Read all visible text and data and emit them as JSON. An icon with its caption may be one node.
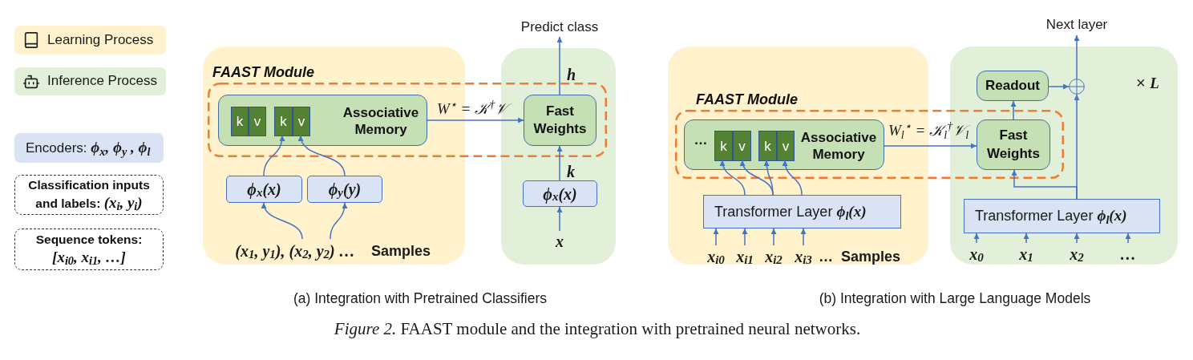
{
  "diagram": {
    "caption": "*Figure 2.* FAAST module and the integration with pretrained neural networks.",
    "nodes": [
      {
        "text": [],
        "shape": "box"
      },
      {
        "text": [],
        "shape": "box"
      },
      {
        "text": [
          "Associative Memory"
        ],
        "in": 0
      },
      {
        "text": [
          "k"
        ],
        "in": 2
      },
      {
        "text": [
          "v"
        ],
        "in": 2
      },
      {
        "text": [
          "k"
        ],
        "in": 2
      },
      {
        "text": [
          "v"
        ],
        "in": 2
      },
      {
        "text": [
          "Fast Weights"
        ],
        "in": 1
      },
      {
        "text": [
          "ϕ$_{x}$(x)"
        ],
        "in": 0
      },
      {
        "text": [
          "ϕ$_{y}$(y)"
        ],
        "in": 0
      },
      {
        "text": [
          "(x$_{1}$, y$_{1}$), (x$_{2}$, y$_{2}$) …"
        ],
        "in": 0,
        "beside": [
          "Samples"
        ]
      },
      {
        "text": [
          "ϕ$_{x}$(x)"
        ],
        "in": 1
      },
      {
        "text": [
          "x"
        ],
        "in": 1
      },
      {
        "text": [
          "Predict class"
        ]
      },
      {
        "text": [],
        "shape": "box"
      },
      {
        "text": [
          "× *L*"
        ]
      },
      {
        "text": [
          "…",
          "Associative Memory"
        ],
        "in": 14
      },
      {
        "text": [
          "k"
        ],
        "in": 16
      },
      {
        "text": [
          "v"
        ],
        "in": 16
      },
      {
        "text": [
          "k"
        ],
        "in": 16
      },
      {
        "text": [
          "v"
        ],
        "in": 16
      },
      {
        "text": [
          "Fast Weights"
        ],
        "in": 15
      },
      {
        "text": [
          "Readout"
        ],
        "in": 15
      },
      {
        "text": [],
        "shape": "circle",
        "in": 15
      },
      {
        "text": [
          "Transformer Layer *ϕ$_{l}$(x)*"
        ],
        "in": 14
      },
      {
        "text": [
          "x$_{i0}$"
        ],
        "in": 14
      },
      {
        "text": [
          "x$_{i1}$"
        ],
        "in": 14
      },
      {
        "text": [
          "x$_{i2}$"
        ],
        "in": 14
      },
      {
        "text": [
          "x$_{i3}$"
        ],
        "in": 14,
        "beside": [
          "…",
          "Samples"
        ]
      },
      {
        "text": [
          "Transformer Layer *ϕ$_{l}$(x)*"
        ],
        "in": 15
      },
      {
        "text": [
          "x$_{0}$"
        ],
        "in": 15
      },
      {
        "text": [
          "x$_{1}$"
        ],
        "in": 15
      },
      {
        "text": [
          "x$_{2}$"
        ],
        "in": 15
      },
      {
        "text": [
          "…"
        ],
        "in": 15
      },
      {
        "text": [
          "Next layer"
        ]
      }
    ],
    "edges": [
      {
        "from": 10,
        "to": 8,
        "arrow": "to"
      },
      {
        "from": 10,
        "to": 9,
        "arrow": "to"
      },
      {
        "from": 8,
        "to": 5,
        "arrow": "to"
      },
      {
        "from": 9,
        "to": 6,
        "arrow": "to"
      },
      {
        "from": 2,
        "to": 7,
        "arrow": "to",
        "label": "W$^{⋆}$ = 𝒦$^{†}$𝒱"
      },
      {
        "from": 12,
        "to": 11,
        "arrow": "to"
      },
      {
        "from": 11,
        "to": 7,
        "arrow": "to",
        "label": "k"
      },
      {
        "from": 7,
        "to": 13,
        "arrow": "to",
        "label": "h"
      },
      {
        "from": 25,
        "to": 24,
        "arrow": "to"
      },
      {
        "from": 26,
        "to": 24,
        "arrow": "to"
      },
      {
        "from": 27,
        "to": 24,
        "arrow": "to"
      },
      {
        "from": 28,
        "to": 24,
        "arrow": "to"
      },
      {
        "from": 24,
        "to": 17,
        "arrow": "to"
      },
      {
        "from": 24,
        "to": 18,
        "arrow": "to"
      },
      {
        "from": 24,
        "to": 19,
        "arrow": "to"
      },
      {
        "from": 24,
        "to": 20,
        "arrow": "to"
      },
      {
        "from": 16,
        "to": 21,
        "arrow": "to",
        "label": "W$_{l}$$^{⋆}$ = 𝒦$_{l}$$^{†}$𝒱$_{l}$"
      },
      {
        "from": 21,
        "to": 22,
        "arrow": "to"
      },
      {
        "from": 22,
        "to": 23,
        "arrow": "to"
      },
      {
        "from": 29,
        "to": 21,
        "arrow": "to"
      },
      {
        "from": 29,
        "to": 23,
        "arrow": "to"
      },
      {
        "from": 23,
        "to": 34,
        "arrow": "to"
      },
      {
        "from": 30,
        "to": 29,
        "arrow": "to"
      },
      {
        "from": 31,
        "to": 29,
        "arrow": "to"
      },
      {
        "from": 32,
        "to": 29,
        "arrow": "to"
      },
      {
        "from": 33,
        "to": 29,
        "arrow": "to"
      }
    ],
    "labels": [
      "FAAST Module",
      "FAAST Module",
      "(a) Integration with Pretrained Classifiers",
      "(b) Integration with Large Language Models"
    ],
    "legend": [
      {
        "text": "Learning Process",
        "color": "#fff2cc"
      },
      {
        "text": "Inference Process",
        "color": "#e2f0d9"
      },
      {
        "text": "Encoders: *ϕ$_{x}$, ϕ$_{y}$ , ϕ$_{l}$*",
        "color": "#dae3f3"
      },
      {
        "text": "Classification inputs and labels: *(x$_{i}$, y$_{i}$)*"
      },
      {
        "text": "Sequence tokens: *[x$_{i0}$, x$_{i1}$, …]*"
      }
    ]
  }
}
